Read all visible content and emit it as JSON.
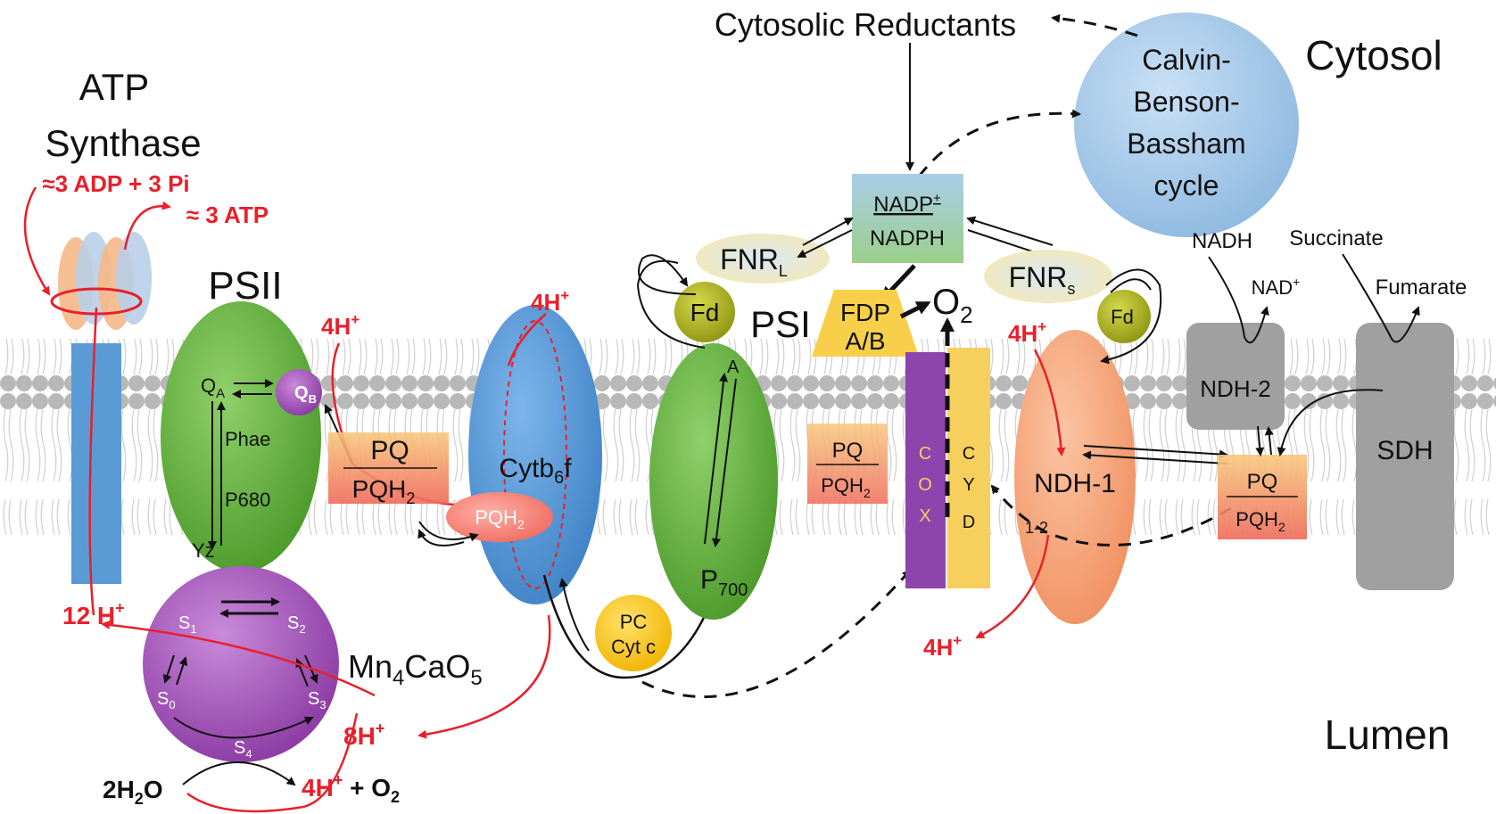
{
  "labels": {
    "cytosol": "Cytosol",
    "lumen": "Lumen",
    "cytosolic_reductants": "Cytosolic Reductants",
    "cbb_line1": "Calvin-",
    "cbb_line2": "Benson-",
    "cbb_line3": "Bassham",
    "cbb_line4": "cycle",
    "atp_line1": "ATP",
    "atp_line2": "Synthase",
    "adp_pi": "≈3 ADP + 3 Pi",
    "atp_out": "≈ 3 ATP",
    "psii": "PSII",
    "qa": "Q",
    "qa_sub": "A",
    "qb": "Q",
    "qb_sub": "B",
    "phae": "Phae",
    "p680": "P680",
    "yz": "Yz",
    "pq": "PQ",
    "pqh2": "PQH",
    "sub2": "2",
    "cytb6f": "Cytb",
    "cytb6f_sub": "6",
    "cytb6f_end": "f",
    "pc": "PC",
    "cytc": "Cyt c",
    "psi": "PSI",
    "a": "A",
    "p700": "P",
    "p700_sub": "700",
    "fd": "Fd",
    "fnrl": "FNR",
    "fnrl_sub": "L",
    "fnrs": "FNR",
    "fnrs_sub": "s",
    "nadp": "NADP",
    "nadp_sup": "+",
    "nadph": "NADPH",
    "fdp_line1": "FDP",
    "fdp_line2": "A/B",
    "o2": "O",
    "cox_c": "C",
    "cox_o": "O",
    "cox_x": "X",
    "cyd_c": "C",
    "cyd_y": "Y",
    "cyd_d": "D",
    "ndh1": "NDH-1",
    "ndh1_sub": "1-2",
    "ndh2": "NDH-2",
    "nadh": "NADH",
    "nad": "NAD",
    "nad_sup": "+",
    "succinate": "Succinate",
    "fumarate": "Fumarate",
    "sdh": "SDH",
    "mn_cluster": "Mn",
    "mn_sub4": "4",
    "mn_cao": "CaO",
    "mn_sub5": "5",
    "s0": "S",
    "s0_sub": "0",
    "s1": "S",
    "s1_sub": "1",
    "s2": "S",
    "s2_sub": "2",
    "s3": "S",
    "s3_sub": "3",
    "s4": "S",
    "s4_sub": "4",
    "water": "2H",
    "water_sub": "2",
    "water_end": "O",
    "h12": "12 H",
    "h_sup": "+",
    "h4_psii": "4H",
    "h4_cytb6f": "4H",
    "h4_ndh_top": "4H",
    "h4_ndh_bottom": "4H",
    "h8": "8H",
    "h4_o2": "4H",
    "plus_o2": " + O",
    "o2_sub": "2"
  },
  "colors": {
    "psii": "#5fa83c",
    "mn": "#9a45b0",
    "cytb6f": "#4d8fd1",
    "psi": "#5aaa3c",
    "fd": "#a8ad1f",
    "ndh1": "#f5a37a",
    "gray_protein": "#a0a0a0",
    "cox": "#8e44ad",
    "cyd": "#f7cf5c",
    "proton": "#e8202a",
    "cbb": "#9ec4e6"
  }
}
